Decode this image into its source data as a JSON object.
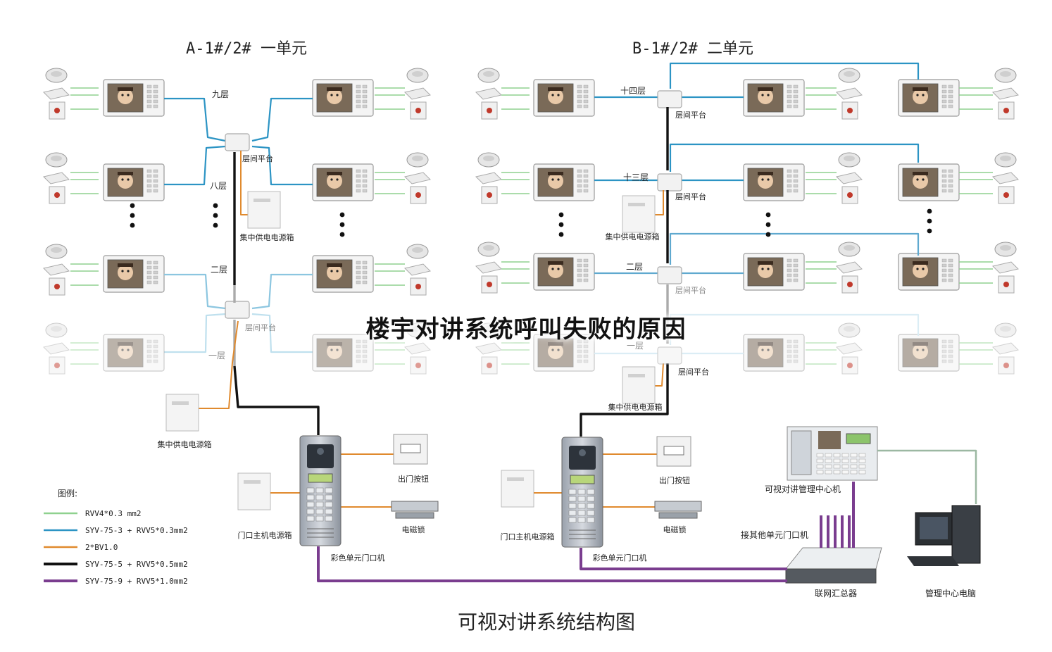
{
  "unit_a_title": "A-1#/2# 一单元",
  "unit_b_title": "B-1#/2# 二单元",
  "floors_a": [
    "九层",
    "八层",
    "二层",
    "一层"
  ],
  "floors_b": [
    "十四层",
    "十三层",
    "二层",
    "一层"
  ],
  "floor_platform": "层间平台",
  "power_box": "集中供电电源箱",
  "door_power": "门口主机电源箱",
  "exit_button": "出门按钮",
  "maglock": "电磁锁",
  "door_unit": "彩色单元门口机",
  "mgmt_machine": "可视对讲管理中心机",
  "other_units": "接其他单元门口机",
  "hub": "联网汇总器",
  "pc": "管理中心电脑",
  "legend": {
    "title": "图例:",
    "items": [
      {
        "label": "RVV4*0.3 mm2",
        "color": "#8fd18f"
      },
      {
        "label": "SYV-75-3 + RVV5*0.3mm2",
        "color": "#2c94c4"
      },
      {
        "label": "2*BV1.0",
        "color": "#e08a2e"
      },
      {
        "label": "SYV-75-5 + RVV5*0.5mm2",
        "color": "#111111"
      },
      {
        "label": "SYV-75-9 + RVV5*1.0mm2",
        "color": "#7a3d8f"
      }
    ]
  },
  "footer_title": "可视对讲系统结构图",
  "overlay_title": "楼宇对讲系统呼叫失败的原因"
}
